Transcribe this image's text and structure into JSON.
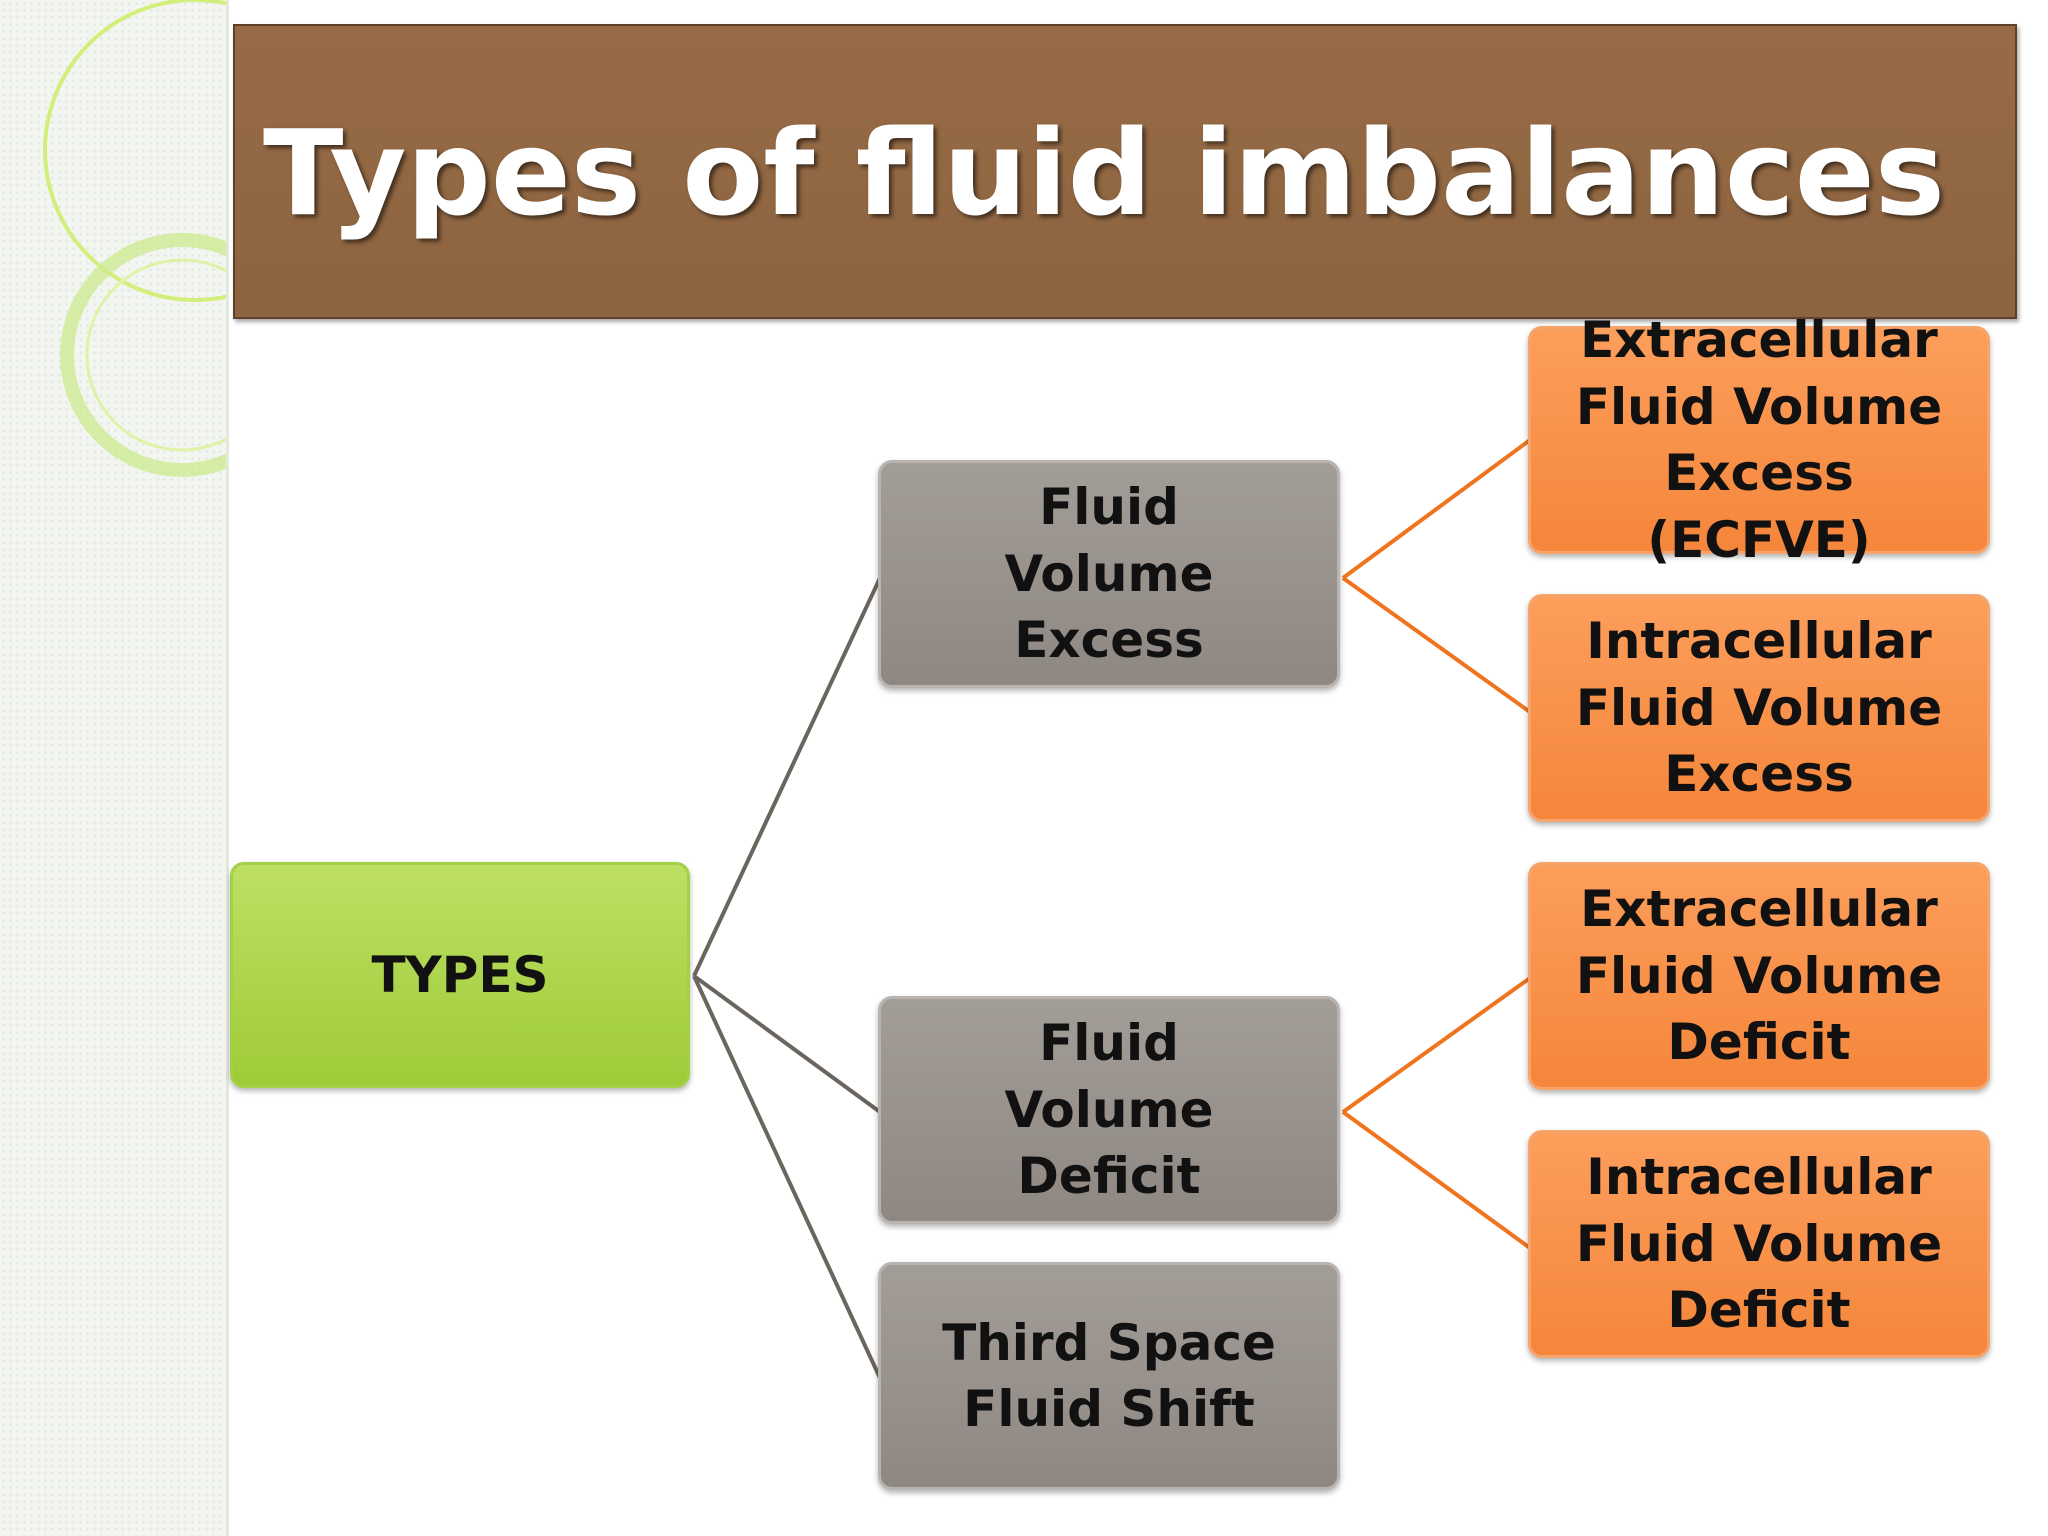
{
  "title": "Types of fluid imbalances",
  "colors": {
    "banner": "#8f6642",
    "root": "#a8d33f",
    "mid": "#9a938e",
    "leaf": "#f98f45",
    "mid_connector": "#6b655f",
    "leaf_connector": "#f0741e"
  },
  "diagram": {
    "root": {
      "label": "TYPES"
    },
    "children": [
      {
        "label": "Fluid Volume Excess",
        "children": [
          {
            "label": "Extracellular Fluid Volume Excess (ECFVE)"
          },
          {
            "label": "Intracellular Fluid Volume Excess"
          }
        ]
      },
      {
        "label": "Fluid Volume Deficit",
        "children": [
          {
            "label": "Extracellular Fluid Volume Deficit"
          },
          {
            "label": "Intracellular Fluid Volume Deficit"
          }
        ]
      },
      {
        "label": "Third Space Fluid Shift",
        "children": []
      }
    ]
  }
}
